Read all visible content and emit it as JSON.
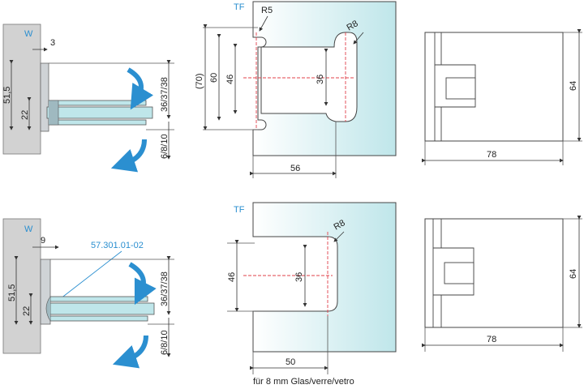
{
  "colors": {
    "accent": "#2b8fd0",
    "glass": "#bfe6ea",
    "wall": "#d2d2d2",
    "centerline": "#e0404a"
  },
  "top": {
    "side_view": {
      "wall_label": "W",
      "dim_offset": "3",
      "dim_height": "51,5",
      "dim_glass_center": "22",
      "dim_depth": "36/37/38",
      "dim_glass": "6/8/10"
    },
    "front_view": {
      "tf_label": "TF",
      "radius_small": "R5",
      "radius_large": "R8",
      "dim_70": "(70)",
      "dim_60": "60",
      "dim_46": "46",
      "dim_36": "36",
      "dim_width": "56"
    },
    "fitting_view": {
      "dim_width": "78",
      "dim_height": "64"
    }
  },
  "bottom": {
    "side_view": {
      "wall_label": "W",
      "dim_offset": "9",
      "part_number": "57.301.01-02",
      "dim_height": "51,5",
      "dim_glass_center": "22",
      "dim_depth": "36/37/38",
      "dim_glass": "6/8/10"
    },
    "front_view": {
      "tf_label": "TF",
      "radius_large": "R8",
      "dim_46": "46",
      "dim_36": "36",
      "dim_width": "50"
    },
    "fitting_view": {
      "dim_width": "78",
      "dim_height": "64"
    }
  },
  "footer": {
    "caption": "für 8 mm Glas/verre/vetro"
  }
}
